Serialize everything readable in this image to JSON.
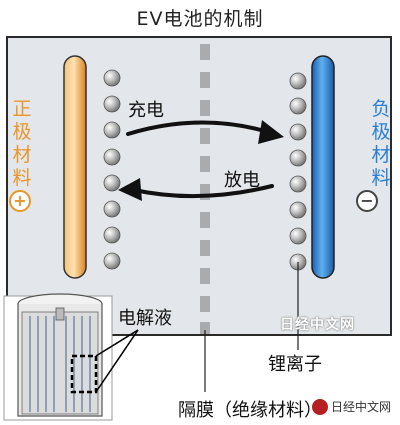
{
  "title": "EV电池的机制",
  "positive_label": "正极材料",
  "negative_label": "负极材料",
  "plus_symbol": "+",
  "minus_symbol": "−",
  "charge_label": "充电",
  "discharge_label": "放电",
  "electrolyte_label": "电解液",
  "lithium_ion_label": "锂离子",
  "separator_label": "隔膜（绝缘材料）",
  "watermark": "日经中文网",
  "badge_text": "日经中文网",
  "colors": {
    "positive": "#e8962b",
    "negative": "#2a7fd1",
    "ion": "#9a9a9a",
    "panel": "#e3e6ea"
  }
}
